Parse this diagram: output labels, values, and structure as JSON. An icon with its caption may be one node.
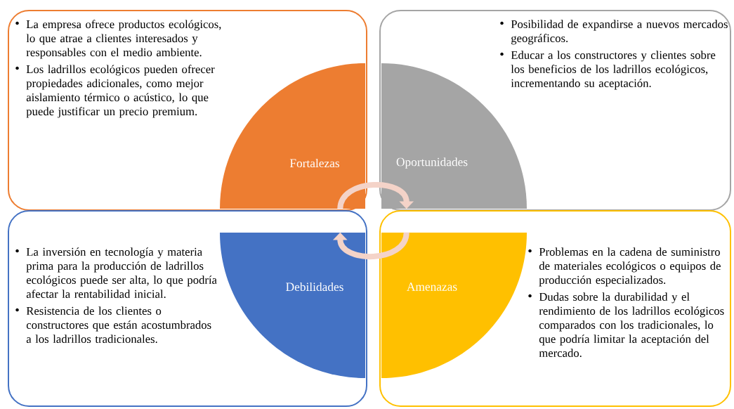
{
  "diagram": {
    "nodes": [
      {
        "text": [
          "La empresa ofrece productos ecológicos, lo que atrae a clientes interesados y responsables con el medio ambiente.",
          "Los ladrillos ecológicos pueden ofrecer propiedades adicionales, como mejor aislamiento térmico o acústico, lo que puede justificar un precio premium."
        ]
      },
      {
        "text": [
          "Posibilidad de expandirse a nuevos mercados geográficos.",
          "Educar a los constructores y clientes sobre los beneficios de los ladrillos ecológicos, incrementando su aceptación."
        ]
      },
      {
        "text": [
          "La inversión en tecnología y materia prima para la producción de ladrillos ecológicos puede ser alta, lo que podría afectar la rentabilidad inicial.",
          "Resistencia de los clientes o constructores que están acostumbrados a los ladrillos tradicionales."
        ]
      },
      {
        "text": [
          "Problemas en la cadena de suministro de materiales ecológicos o equipos de producción especializados.",
          "Dudas sobre la durabilidad y el rendimiento de los ladrillos ecológicos comparados con los tradicionales, lo que podría limitar la aceptación del mercado."
        ]
      },
      {
        "text": [
          "Fortalezas"
        ],
        "in": 0
      },
      {
        "text": [
          "Oportunidades"
        ],
        "in": 1
      },
      {
        "text": [
          "Debilidades"
        ],
        "in": 2
      },
      {
        "text": [
          "Amenazas"
        ],
        "in": 3
      }
    ],
    "edges": [
      {
        "from": 4,
        "to": 5,
        "arrow": "to"
      },
      {
        "from": 7,
        "to": 6,
        "arrow": "to"
      }
    ]
  }
}
